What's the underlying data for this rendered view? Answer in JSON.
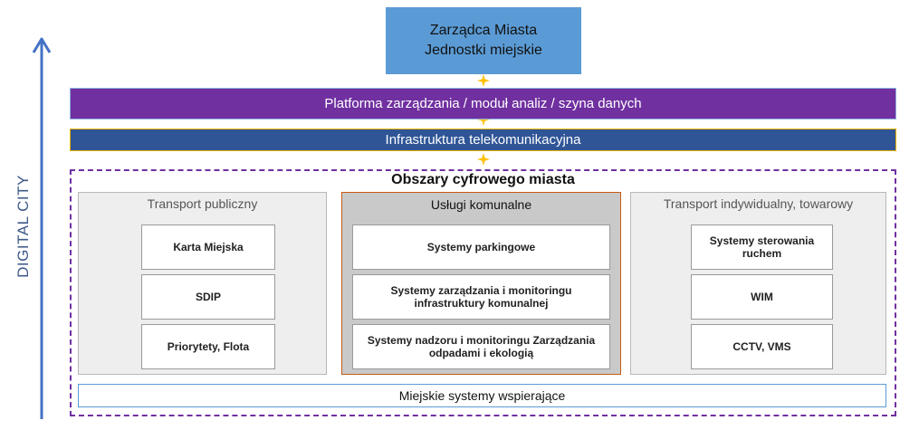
{
  "side_axis": {
    "label": "DIGITAL CITY"
  },
  "top_box": {
    "line1": "Zarządca Miasta",
    "line2": "Jednostki miejskie"
  },
  "platform_bar": {
    "label": "Platforma zarządzania / moduł analiz /  szyna danych"
  },
  "infra_bar": {
    "label": "Infrastruktura telekomunikacyjna"
  },
  "areas": {
    "title": "Obszary cyfrowego miasta",
    "public_transport": {
      "title": "Transport publiczny",
      "items": [
        "Karta Miejska",
        "SDIP",
        "Priorytety, Flota"
      ]
    },
    "utilities": {
      "title": "Usługi komunalne",
      "items": [
        "Systemy parkingowe",
        "Systemy zarządzania i monitoringu infrastruktury komunalnej",
        "Systemy nadzoru i monitoringu Zarządzania odpadami i ekologią"
      ]
    },
    "individual_transport": {
      "title": "Transport indywidualny, towarowy",
      "items": [
        "Systemy sterowania ruchem",
        "WIM",
        "CCTV, VMS"
      ]
    }
  },
  "support_bar": {
    "label": "Miejskie systemy wspierające"
  },
  "colors": {
    "top_box": "#5b9bd5",
    "platform": "#7030a0",
    "infra": "#2f5597",
    "connector": "#ffc000",
    "areas_border": "#7030a0",
    "utilities_border": "#c55a11"
  }
}
